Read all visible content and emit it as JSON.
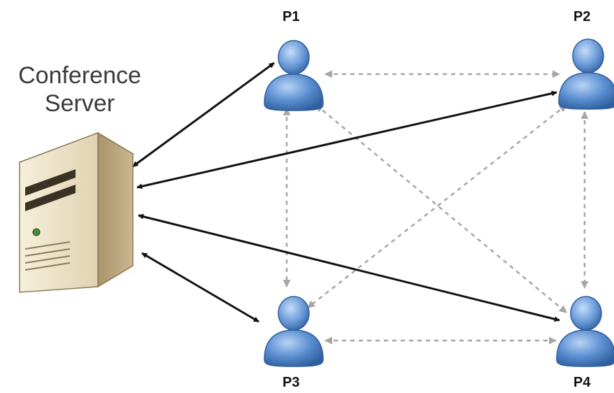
{
  "server": {
    "label_line1": "Conference",
    "label_line2": "Server"
  },
  "participants": [
    {
      "id": "p1",
      "label": "P1"
    },
    {
      "id": "p2",
      "label": "P2"
    },
    {
      "id": "p3",
      "label": "P3"
    },
    {
      "id": "p4",
      "label": "P4"
    }
  ],
  "connections": {
    "server_links": [
      {
        "from": "server",
        "to": "p1",
        "style": "solid",
        "arrows": "both"
      },
      {
        "from": "server",
        "to": "p2",
        "style": "solid",
        "arrows": "both"
      },
      {
        "from": "server",
        "to": "p3",
        "style": "solid",
        "arrows": "both"
      },
      {
        "from": "server",
        "to": "p4",
        "style": "solid",
        "arrows": "both"
      }
    ],
    "peer_links": [
      {
        "from": "p1",
        "to": "p2",
        "style": "dashed",
        "arrows": "both"
      },
      {
        "from": "p1",
        "to": "p3",
        "style": "dashed",
        "arrows": "both"
      },
      {
        "from": "p1",
        "to": "p4",
        "style": "dashed",
        "arrows": "both"
      },
      {
        "from": "p2",
        "to": "p3",
        "style": "dashed",
        "arrows": "both"
      },
      {
        "from": "p2",
        "to": "p4",
        "style": "dashed",
        "arrows": "both"
      },
      {
        "from": "p3",
        "to": "p4",
        "style": "dashed",
        "arrows": "both"
      }
    ]
  },
  "colors": {
    "solid_link": "#111111",
    "dashed_link": "#a6a6a6",
    "user_body": "#5b8fd1",
    "user_dark": "#2f5f9e",
    "server_face": "#ece3cc",
    "server_side": "#b8a57c",
    "server_top": "#d6c8a4"
  }
}
